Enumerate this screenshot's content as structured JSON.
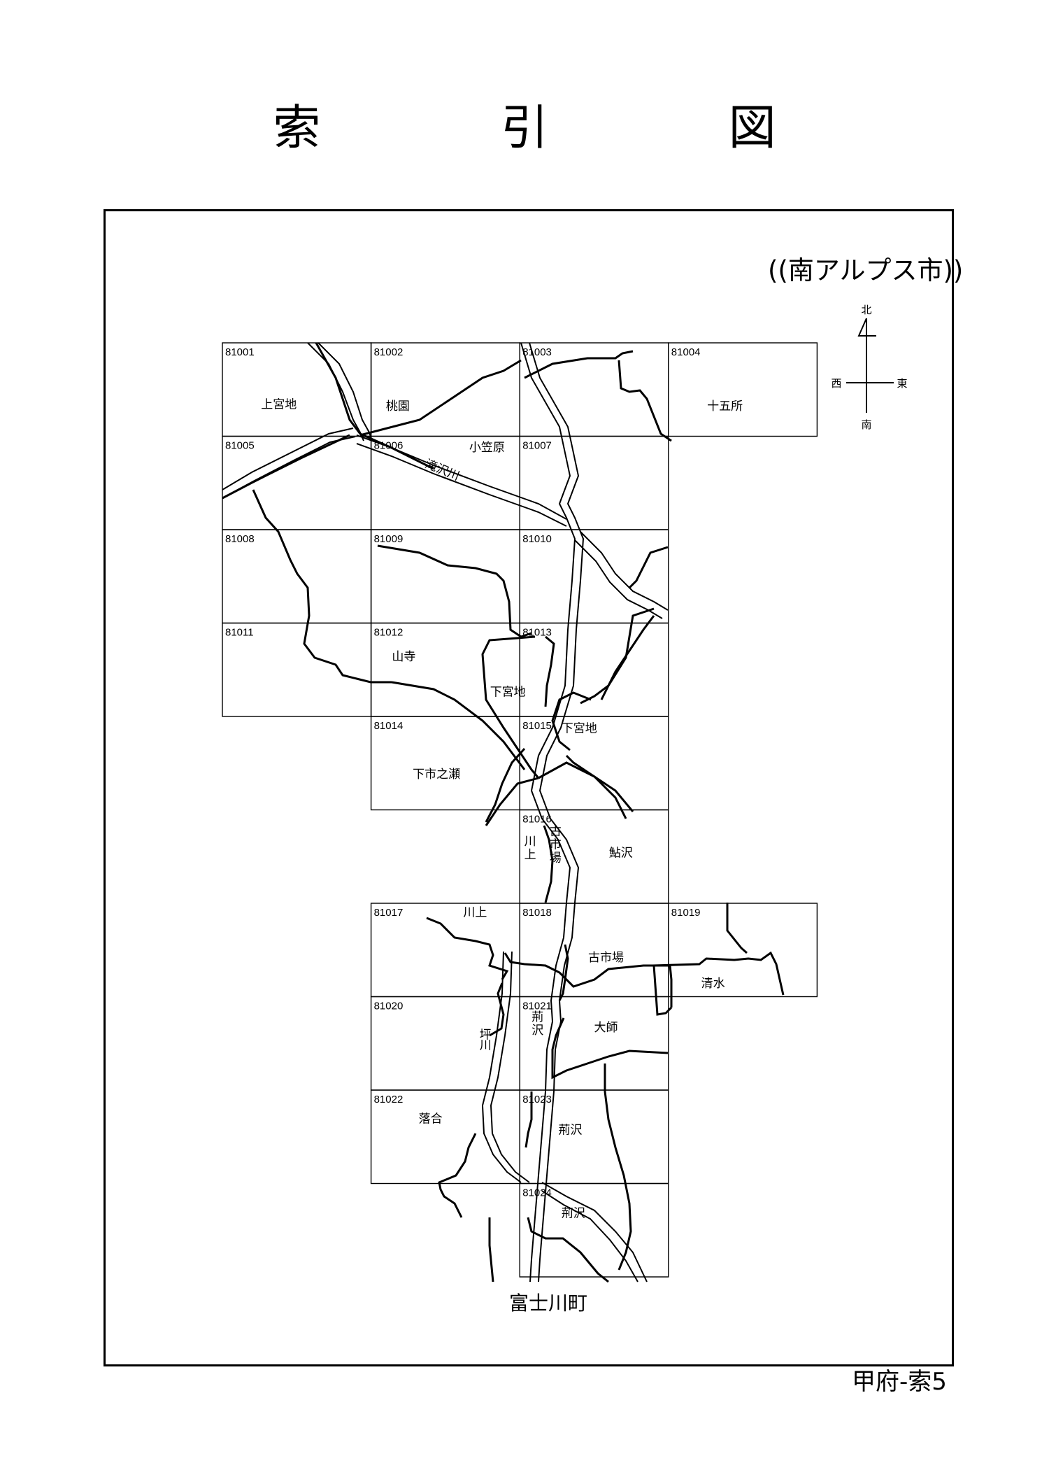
{
  "title": "索 引 図",
  "region": "((南アルプス市))",
  "footer": "甲府-索5",
  "neighbor_town": "富士川町",
  "compass": {
    "north": "北",
    "south": "南",
    "east": "東",
    "west": "西"
  },
  "sheets": [
    {
      "id": "81001",
      "row": 0,
      "col": 0
    },
    {
      "id": "81002",
      "row": 0,
      "col": 1
    },
    {
      "id": "81003",
      "row": 0,
      "col": 2
    },
    {
      "id": "81004",
      "row": 0,
      "col": 3
    },
    {
      "id": "81005",
      "row": 1,
      "col": 0
    },
    {
      "id": "81006",
      "row": 1,
      "col": 1
    },
    {
      "id": "81007",
      "row": 1,
      "col": 2
    },
    {
      "id": "81008",
      "row": 2,
      "col": 0
    },
    {
      "id": "81009",
      "row": 2,
      "col": 1
    },
    {
      "id": "81010",
      "row": 2,
      "col": 2
    },
    {
      "id": "81011",
      "row": 3,
      "col": 0
    },
    {
      "id": "81012",
      "row": 3,
      "col": 1
    },
    {
      "id": "81013",
      "row": 3,
      "col": 2
    },
    {
      "id": "81014",
      "row": 4,
      "col": 1
    },
    {
      "id": "81015",
      "row": 4,
      "col": 2
    },
    {
      "id": "81016",
      "row": 5,
      "col": 2
    },
    {
      "id": "81017",
      "row": 6,
      "col": 1
    },
    {
      "id": "81018",
      "row": 6,
      "col": 2
    },
    {
      "id": "81019",
      "row": 6,
      "col": 3
    },
    {
      "id": "81020",
      "row": 7,
      "col": 1
    },
    {
      "id": "81021",
      "row": 7,
      "col": 2
    },
    {
      "id": "81022",
      "row": 8,
      "col": 1
    },
    {
      "id": "81023",
      "row": 8,
      "col": 2
    },
    {
      "id": "81024",
      "row": 9,
      "col": 2
    }
  ],
  "places": [
    {
      "name": "上宮地",
      "row": 0,
      "col": 0,
      "fx": 0.38,
      "fy": 0.7
    },
    {
      "name": "桃園",
      "row": 0,
      "col": 1,
      "fx": 0.18,
      "fy": 0.72
    },
    {
      "name": "十五所",
      "row": 0,
      "col": 3,
      "fx": 0.38,
      "fy": 0.72
    },
    {
      "name": "小笠原",
      "row": 1,
      "col": 1,
      "fx": 0.78,
      "fy": 0.16
    },
    {
      "name": "山寺",
      "row": 3,
      "col": 1,
      "fx": 0.22,
      "fy": 0.4
    },
    {
      "name": "下宮地",
      "row": 3,
      "col": 1,
      "fx": 0.92,
      "fy": 0.78
    },
    {
      "name": "下宮地",
      "row": 4,
      "col": 2,
      "fx": 0.4,
      "fy": 0.17
    },
    {
      "name": "下市之瀬",
      "row": 4,
      "col": 1,
      "fx": 0.44,
      "fy": 0.66
    },
    {
      "name": "鮎沢",
      "row": 5,
      "col": 2,
      "fx": 0.68,
      "fy": 0.5
    },
    {
      "name": "川上",
      "row": 6,
      "col": 1,
      "fx": 0.7,
      "fy": 0.14
    },
    {
      "name": "古市場",
      "row": 6,
      "col": 2,
      "fx": 0.58,
      "fy": 0.62
    },
    {
      "name": "清水",
      "row": 6,
      "col": 3,
      "fx": 0.3,
      "fy": 0.9
    },
    {
      "name": "大師",
      "row": 7,
      "col": 2,
      "fx": 0.58,
      "fy": 0.37
    },
    {
      "name": "落合",
      "row": 8,
      "col": 1,
      "fx": 0.4,
      "fy": 0.35
    },
    {
      "name": "荊沢",
      "row": 8,
      "col": 2,
      "fx": 0.34,
      "fy": 0.47
    },
    {
      "name": "荊沢",
      "row": 9,
      "col": 2,
      "fx": 0.36,
      "fy": 0.36
    }
  ],
  "vertical_places": [
    {
      "name": "川上",
      "row": 5,
      "col": 2,
      "fx": 0.07,
      "fy": 0.38
    },
    {
      "name": "古市場",
      "row": 5,
      "col": 2,
      "fx": 0.24,
      "fy": 0.27
    },
    {
      "name": "荊沢",
      "row": 7,
      "col": 2,
      "fx": 0.12,
      "fy": 0.26
    }
  ],
  "rivers": [
    {
      "name": "滝沢川",
      "row": 1,
      "col": 1,
      "fx": 0.47,
      "fy": 0.4,
      "angle": 22
    },
    {
      "name": "坪川",
      "row": 7,
      "col": 1,
      "fx": 0.77,
      "fy": 0.45,
      "angle": 0,
      "vertical": true
    }
  ]
}
